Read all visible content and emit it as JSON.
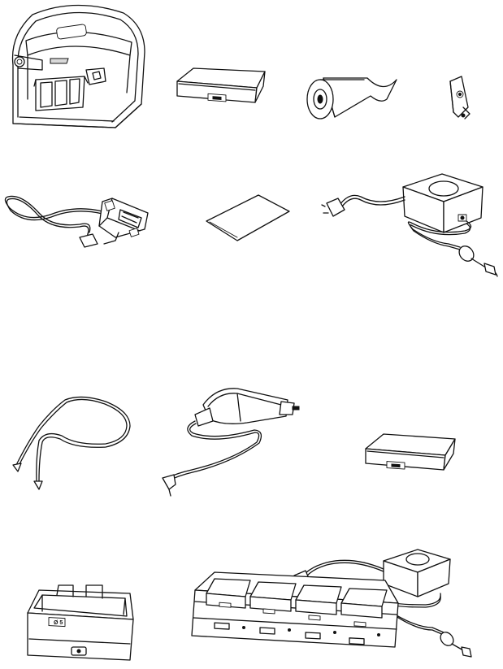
{
  "figures": [
    {
      "id": "printer",
      "name": "mobile-printer"
    },
    {
      "id": "battery",
      "name": "battery-pack"
    },
    {
      "id": "paper",
      "name": "paper-roll"
    },
    {
      "id": "clip",
      "name": "belt-clip"
    },
    {
      "id": "serial",
      "name": "serial-interface-cable"
    },
    {
      "id": "manual",
      "name": "manual-sheet"
    },
    {
      "id": "adapter",
      "name": "ac-power-adapter"
    },
    {
      "id": "strap",
      "name": "shoulder-strap"
    },
    {
      "id": "car",
      "name": "car-charger"
    },
    {
      "id": "battery2",
      "name": "spare-battery-pack"
    },
    {
      "id": "cradle",
      "name": "single-battery-charger"
    },
    {
      "id": "quad",
      "name": "quad-battery-charger"
    }
  ],
  "labels": {
    "cradle_mark": "Ø 5"
  }
}
